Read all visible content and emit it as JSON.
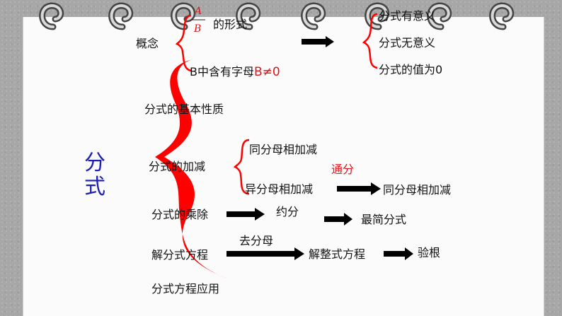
{
  "colors": {
    "brace": "#ff0000",
    "accent_text": "#e0141a",
    "title_text": "#1d1db8",
    "arrow": "#000000"
  },
  "icons": {
    "binder": "binder-ring-icon"
  },
  "root": {
    "label": "分式"
  },
  "concept": {
    "label": "概念",
    "fraction": {
      "numerator": "A",
      "denominator": "B"
    },
    "form_text": "的形式",
    "condition_prefix": "B中含有字母",
    "condition_highlight": "B≠0"
  },
  "meaning": {
    "items": [
      "分式有意义",
      "分式无意义",
      "分式的值为0"
    ]
  },
  "basic_property": "分式的基本性质",
  "add_sub": {
    "label": "分式的加减",
    "same_denominator": "同分母相加减",
    "diff_denominator": "异分母相加减",
    "step_label": "通分",
    "result": "同分母相加减"
  },
  "mul_div": {
    "label": "分式的乘除",
    "step1": "约分",
    "step2": "最简分式"
  },
  "equation": {
    "label": "解分式方程",
    "step_label": "去分母",
    "step1": "解整式方程",
    "step2": "验根"
  },
  "application": "分式方程应用"
}
